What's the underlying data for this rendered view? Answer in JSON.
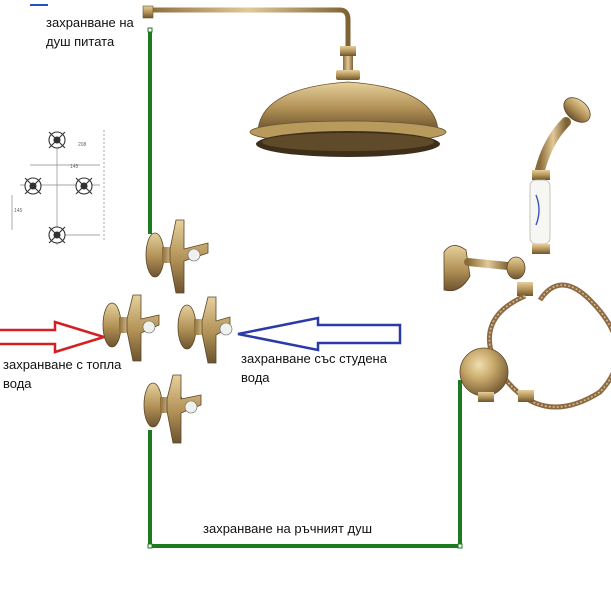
{
  "labels": {
    "shower_head_supply": [
      "захранване на",
      "душ питата"
    ],
    "hot_water_supply": [
      "захранване с топла",
      "вода"
    ],
    "cold_water_supply": [
      "захранване със студена",
      "вода"
    ],
    "hand_shower_supply": [
      "захранване на ръчният душ"
    ]
  },
  "colors": {
    "pipe": "#1e7a1e",
    "hot_arrow": "#d42020",
    "cold_arrow": "#2a3aa8",
    "brass_light": "#d8c08a",
    "brass_mid": "#b4965a",
    "brass_dark": "#7a6236"
  },
  "schematic": {
    "dims": [
      "208",
      "145",
      "145"
    ]
  },
  "icons": [
    "shower-head-icon",
    "valve-handle-icon",
    "hand-shower-icon",
    "hose-icon",
    "wall-elbow-icon",
    "holder-icon"
  ]
}
